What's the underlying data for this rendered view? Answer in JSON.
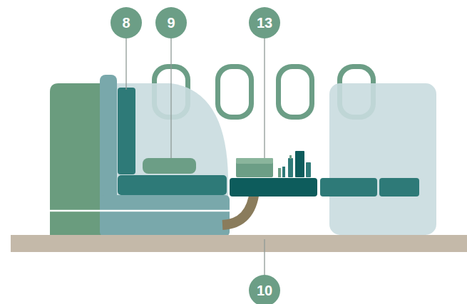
{
  "diagram": {
    "labels": [
      "8",
      "9",
      "13",
      "10"
    ]
  }
}
